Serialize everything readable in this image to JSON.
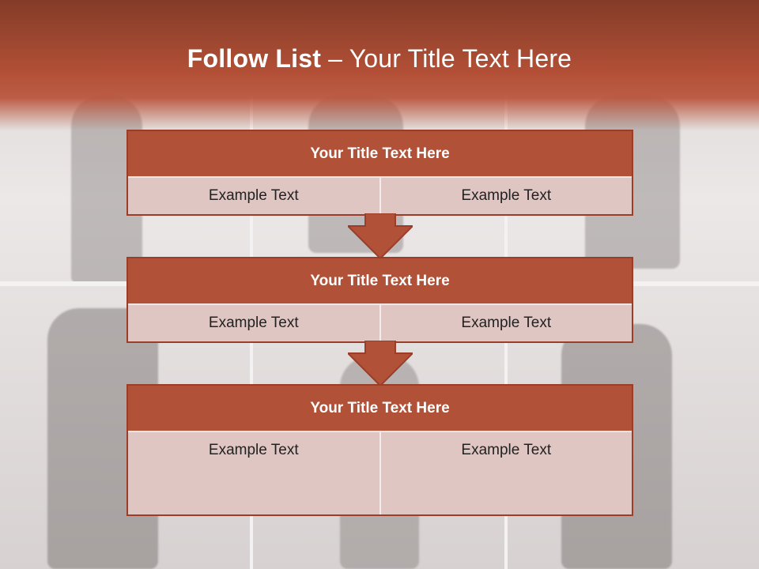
{
  "slide": {
    "title_bold": "Follow List",
    "title_rest": " – Your Title Text Here"
  },
  "steps": [
    {
      "title": "Your Title Text Here",
      "left": "Example Text",
      "right": "Example Text"
    },
    {
      "title": "Your Title Text Here",
      "left": "Example Text",
      "right": "Example Text"
    },
    {
      "title": "Your Title Text Here",
      "left": "Example Text",
      "right": "Example Text"
    }
  ],
  "colors": {
    "header": "#b24f36",
    "box_head": "#b15138",
    "box_body": "#e0c6c2",
    "border": "#9a3e29"
  }
}
